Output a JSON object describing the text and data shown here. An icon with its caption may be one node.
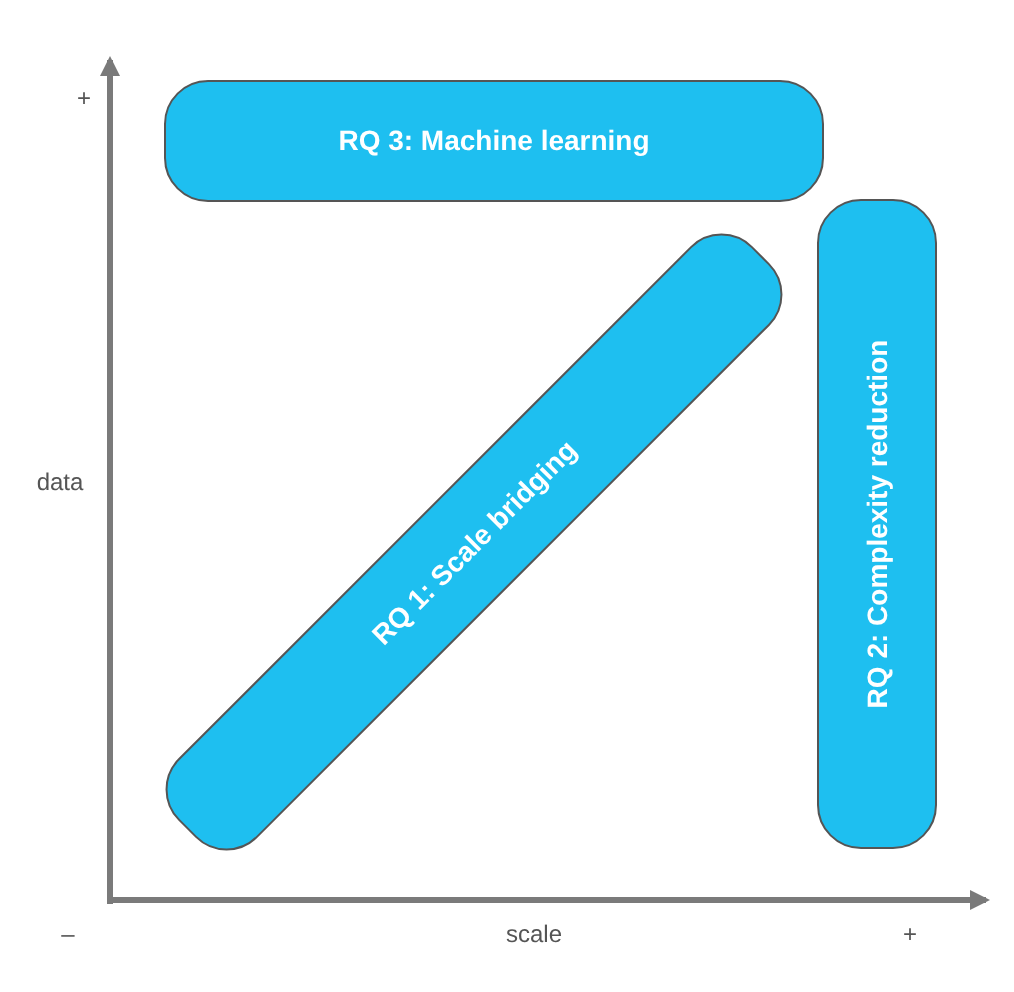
{
  "diagram": {
    "nodes": [
      {
        "text": [
          "RQ 3: Machine learning"
        ]
      },
      {
        "text": [
          "RQ 1: Scale bridging"
        ]
      },
      {
        "text": [
          "RQ 2: Complexity reduction"
        ]
      }
    ],
    "labels": [
      "+",
      "data",
      "–",
      "scale",
      "+"
    ]
  }
}
